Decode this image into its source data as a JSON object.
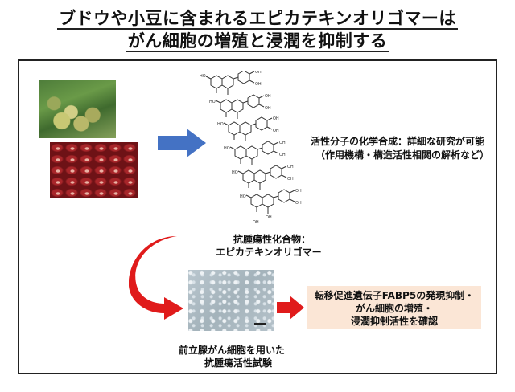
{
  "title": {
    "line1": "ブドウや小豆に含まれるエピカテキンオリゴマーは",
    "line2": "がん細胞の増殖と浸潤を抑制する"
  },
  "synthesis": {
    "line1": "活性分子の化学合成：詳細な研究が可能",
    "line2": "（作用機構・構造活性相関の解析など）"
  },
  "compound": {
    "line1": "抗腫瘍性化合物：",
    "line2": "エピカテキンオリゴマー"
  },
  "assay": {
    "line1": "前立腺がん細胞を用いた",
    "line2": "抗腫瘍活性試験"
  },
  "result": {
    "line1": "転移促進遺伝子FABP5の発現抑制・",
    "line2": "がん細胞の増殖・",
    "line3": "浸潤抑制活性を確認"
  },
  "colors": {
    "blue_arrow": "#4472c4",
    "red_arrow": "#e01b1b",
    "result_box": "#fbe6d6"
  }
}
